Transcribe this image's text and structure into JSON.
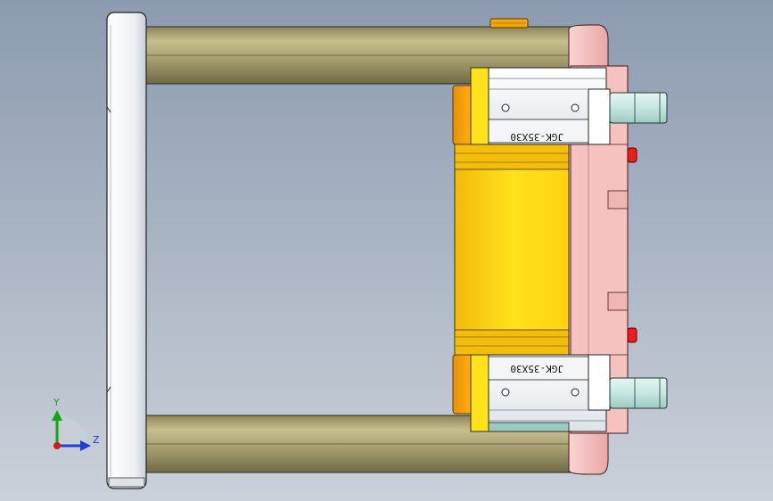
{
  "viewport": {
    "background_top": "#8c9bb0",
    "background_bottom": "#cbd1da"
  },
  "cylinder": {
    "model_label_top": "JGK-35X30",
    "model_label_bottom": "JGK-35X30",
    "colors": {
      "guide_rod": "#a9a172",
      "end_plate": "#ffffff",
      "body": "#ffdd18",
      "flange": "#f6c2c0",
      "bushing": "#c7e6e1",
      "fitting": "#ee1c1c"
    }
  },
  "triad": {
    "y_label": "Y",
    "z_label": "Z",
    "y_color": "#1aa11a",
    "z_color": "#1f3fd6",
    "x_color": "#d21a1a"
  }
}
